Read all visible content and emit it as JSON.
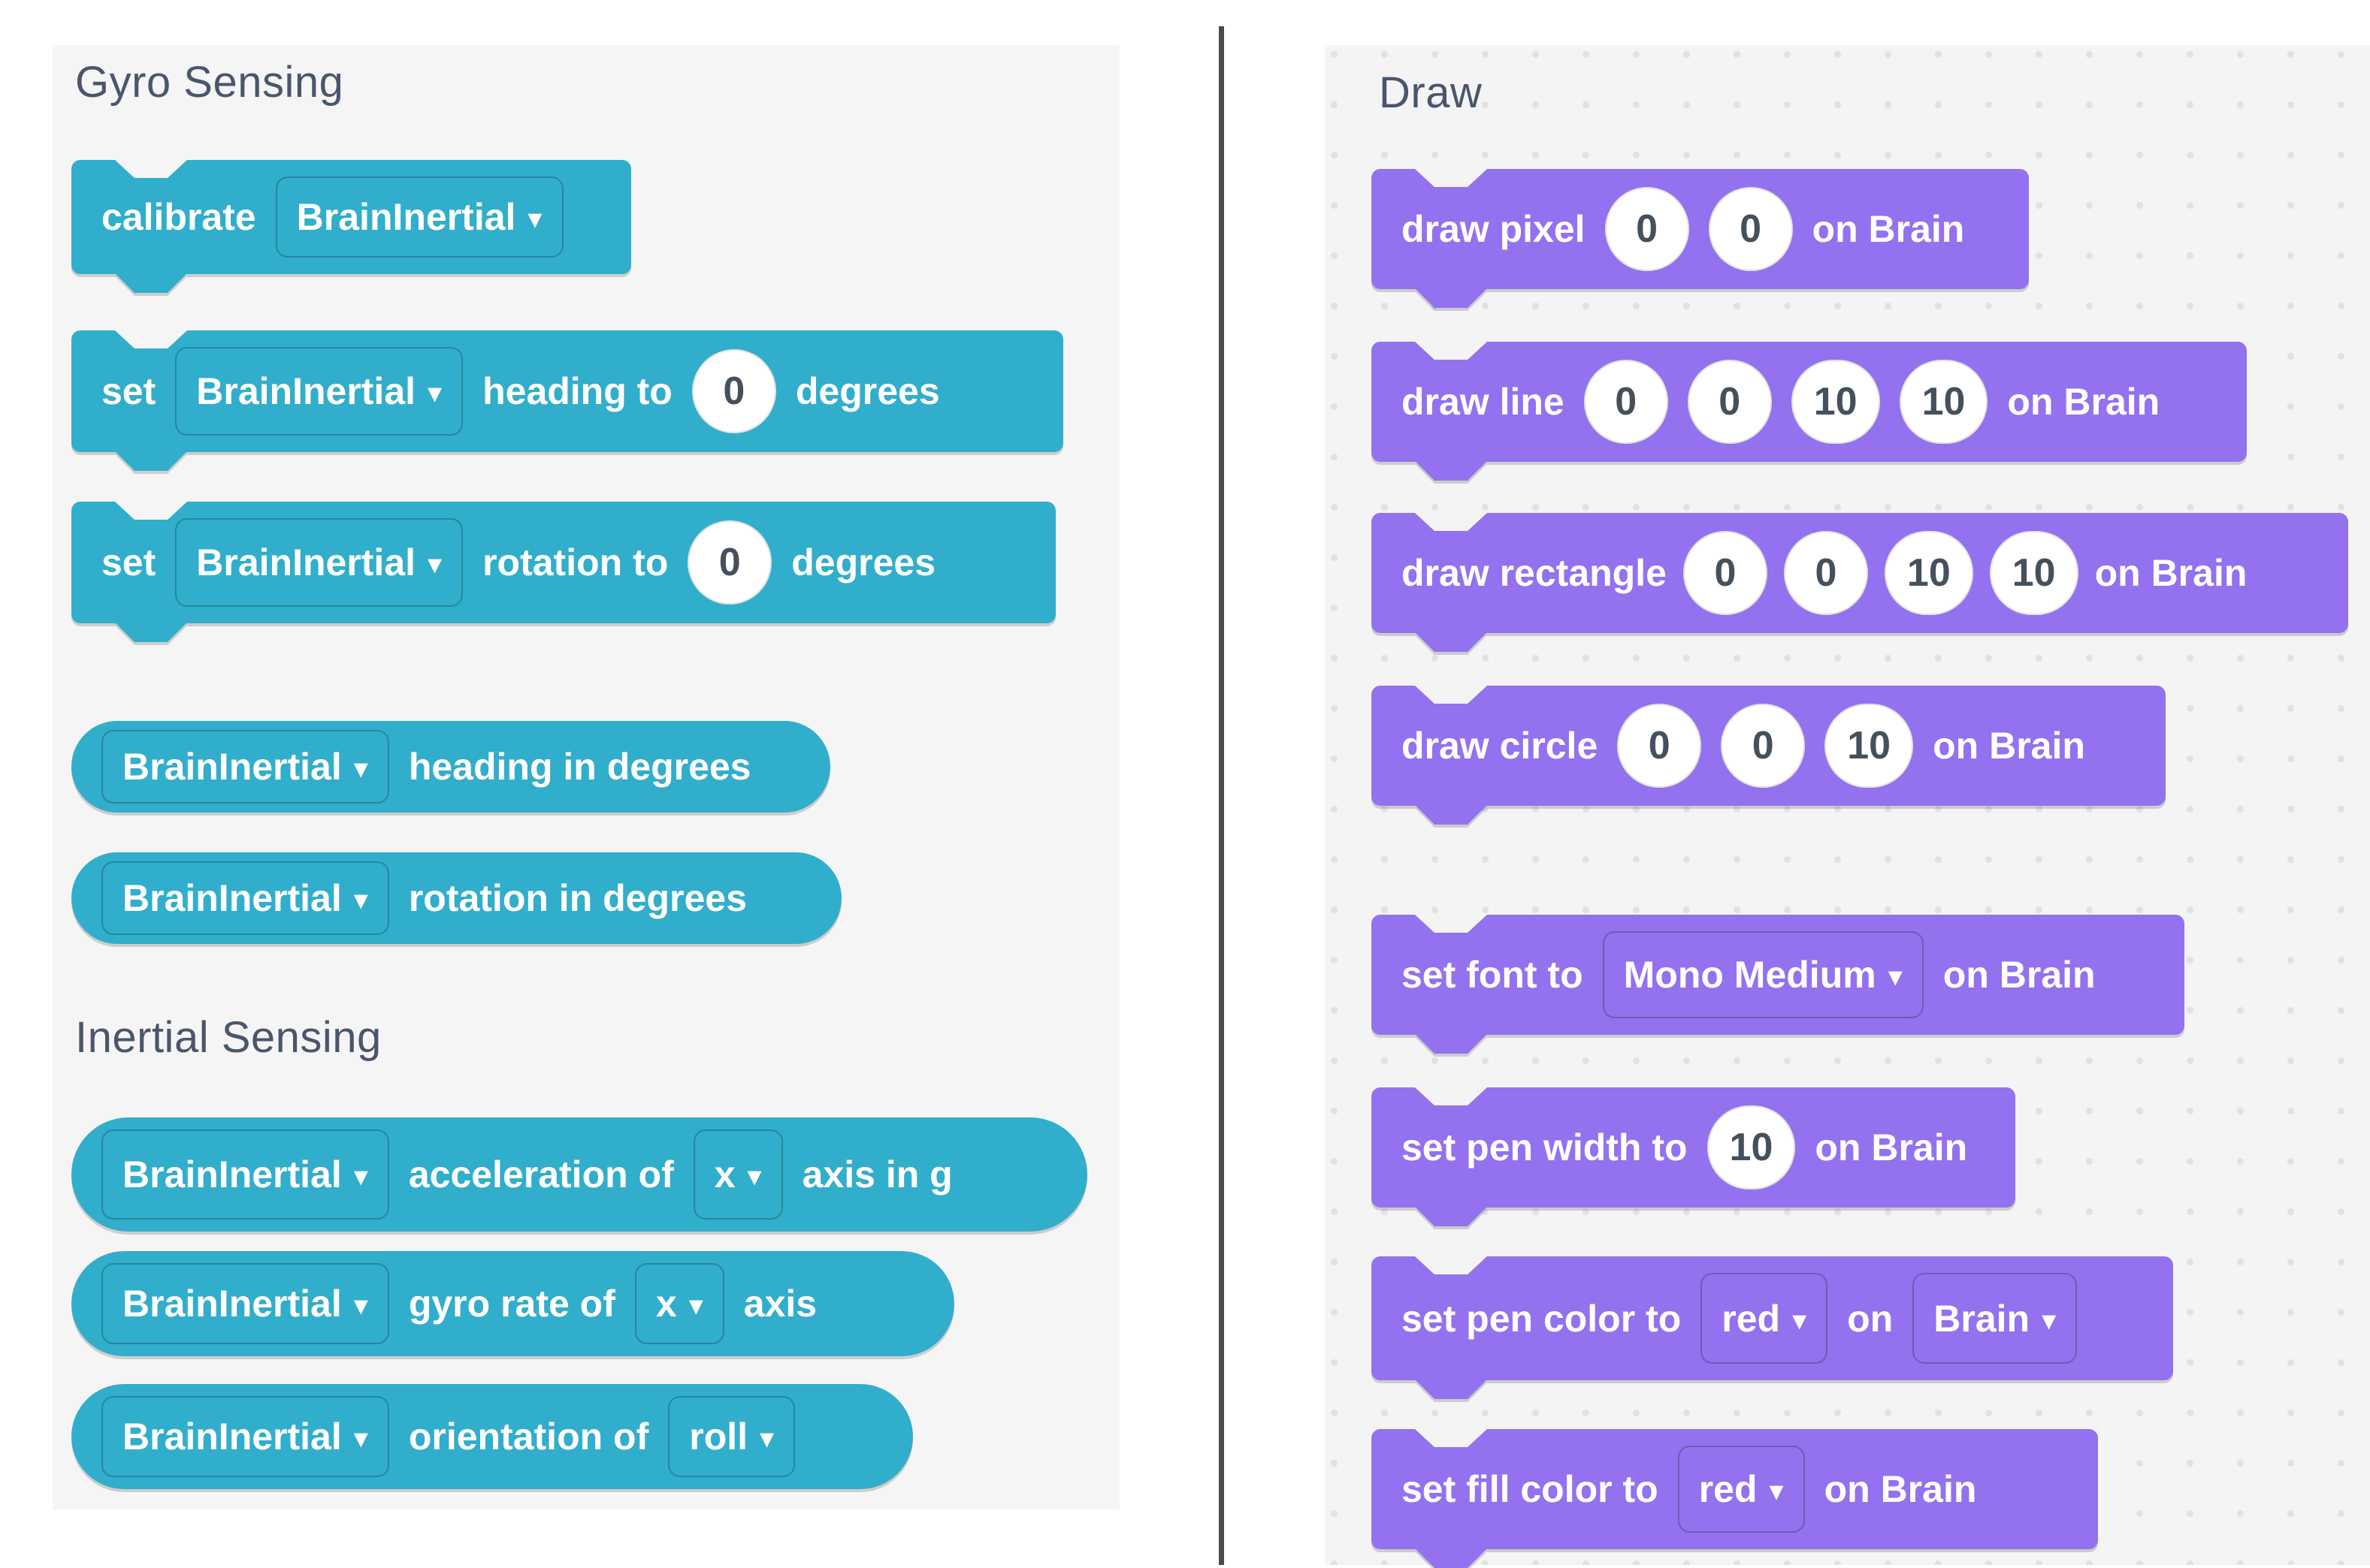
{
  "icons": {
    "dropdown_caret": "▾"
  },
  "colors": {
    "sensing_block_teal": "#31AECB",
    "draw_block_purple": "#9471EE",
    "left_panel_bg": "#F6F5F6",
    "right_panel_bg": "#F5F4F5",
    "header_text": "#49566B",
    "divider": "#4B4B4D",
    "number_text": "#44505C"
  },
  "left_panel": {
    "gyro_section_title": "Gyro Sensing",
    "inertial_section_title": "Inertial Sensing",
    "blocks": {
      "calibrate": {
        "label": "calibrate",
        "device": "BrainInertial"
      },
      "set_heading": {
        "verb": "set",
        "device": "BrainInertial",
        "prop": "heading to",
        "value": "0",
        "unit": "degrees"
      },
      "set_rotation": {
        "verb": "set",
        "device": "BrainInertial",
        "prop": "rotation to",
        "value": "0",
        "unit": "degrees"
      },
      "heading_in_degrees": {
        "device": "BrainInertial",
        "label": "heading in degrees"
      },
      "rotation_in_degrees": {
        "device": "BrainInertial",
        "label": "rotation in degrees"
      },
      "acceleration": {
        "device": "BrainInertial",
        "label": "acceleration of",
        "axis": "x",
        "suffix": "axis in g"
      },
      "gyro_rate": {
        "device": "BrainInertial",
        "label": "gyro rate of",
        "axis": "x",
        "suffix": "axis"
      },
      "orientation": {
        "device": "BrainInertial",
        "label": "orientation of",
        "axis": "roll"
      }
    }
  },
  "right_panel": {
    "section_title": "Draw",
    "blocks": {
      "draw_pixel": {
        "label": "draw pixel",
        "x": "0",
        "y": "0",
        "suffix": "on Brain"
      },
      "draw_line": {
        "label": "draw line",
        "x1": "0",
        "y1": "0",
        "x2": "10",
        "y2": "10",
        "suffix": "on Brain"
      },
      "draw_rectangle": {
        "label": "draw rectangle",
        "x": "0",
        "y": "0",
        "w": "10",
        "h": "10",
        "suffix": "on Brain"
      },
      "draw_circle": {
        "label": "draw circle",
        "x": "0",
        "y": "0",
        "r": "10",
        "suffix": "on Brain"
      },
      "set_font": {
        "label": "set font to",
        "font": "Mono Medium",
        "suffix": "on Brain"
      },
      "set_pen_width": {
        "label": "set pen width to",
        "value": "10",
        "suffix": "on Brain"
      },
      "set_pen_color": {
        "label": "set pen color to",
        "color": "red",
        "mid": "on",
        "screen": "Brain"
      },
      "set_fill_color": {
        "label": "set fill color to",
        "color": "red",
        "suffix": "on Brain"
      }
    }
  }
}
